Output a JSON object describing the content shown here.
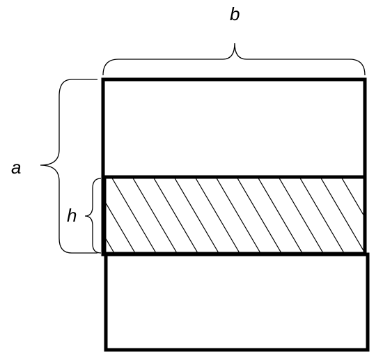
{
  "labels": {
    "b": "b",
    "a": "a",
    "h": "h"
  },
  "colors": {
    "stroke": "#000000",
    "background": "#ffffff"
  }
}
